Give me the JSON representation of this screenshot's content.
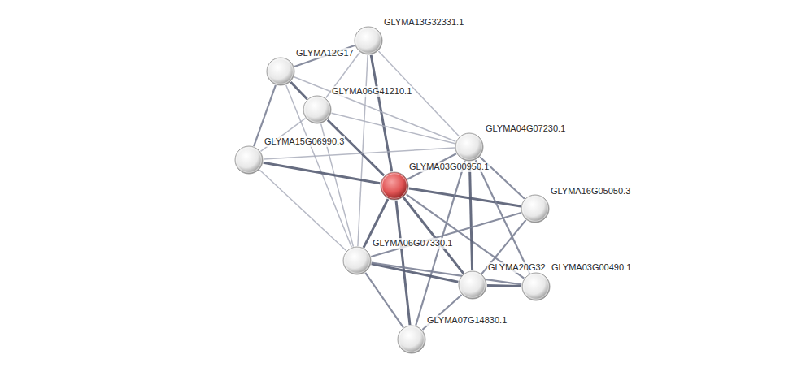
{
  "diagram": {
    "nodes": [
      {
        "text": [
          "GLYMA13G32331.1"
        ]
      },
      {
        "text": [
          "GLYMA12G17"
        ]
      },
      {
        "text": [
          "GLYMA06G41210.1"
        ]
      },
      {
        "text": [
          "GLYMA15G06990.3"
        ]
      },
      {
        "text": [
          "GLYMA04G07230.1"
        ]
      },
      {
        "text": [
          "GLYMA03G00950.1"
        ]
      },
      {
        "text": [
          "GLYMA16G05050.3"
        ]
      },
      {
        "text": [
          "GLYMA06G07330.1"
        ]
      },
      {
        "text": [
          "GLYMA20G32"
        ]
      },
      {
        "text": [
          "GLYMA03G00490.1"
        ]
      },
      {
        "text": [
          "GLYMA07G14830.1"
        ]
      }
    ],
    "edges": [
      {
        "from": 0,
        "to": 1,
        "arrow": "none"
      },
      {
        "from": 0,
        "to": 2,
        "arrow": "none"
      },
      {
        "from": 0,
        "to": 5,
        "arrow": "none"
      },
      {
        "from": 0,
        "to": 7,
        "arrow": "none"
      },
      {
        "from": 0,
        "to": 4,
        "arrow": "none"
      },
      {
        "from": 1,
        "to": 2,
        "arrow": "none"
      },
      {
        "from": 1,
        "to": 3,
        "arrow": "none"
      },
      {
        "from": 1,
        "to": 7,
        "arrow": "none"
      },
      {
        "from": 1,
        "to": 4,
        "arrow": "none"
      },
      {
        "from": 2,
        "to": 5,
        "arrow": "none"
      },
      {
        "from": 2,
        "to": 7,
        "arrow": "none"
      },
      {
        "from": 2,
        "to": 4,
        "arrow": "none"
      },
      {
        "from": 2,
        "to": 3,
        "arrow": "none"
      },
      {
        "from": 3,
        "to": 5,
        "arrow": "none"
      },
      {
        "from": 3,
        "to": 4,
        "arrow": "none"
      },
      {
        "from": 3,
        "to": 7,
        "arrow": "none"
      },
      {
        "from": 5,
        "to": 4,
        "arrow": "none"
      },
      {
        "from": 5,
        "to": 6,
        "arrow": "none"
      },
      {
        "from": 5,
        "to": 7,
        "arrow": "none"
      },
      {
        "from": 5,
        "to": 8,
        "arrow": "none"
      },
      {
        "from": 5,
        "to": 9,
        "arrow": "none"
      },
      {
        "from": 5,
        "to": 10,
        "arrow": "none"
      },
      {
        "from": 4,
        "to": 6,
        "arrow": "none"
      },
      {
        "from": 4,
        "to": 8,
        "arrow": "none"
      },
      {
        "from": 4,
        "to": 9,
        "arrow": "none"
      },
      {
        "from": 4,
        "to": 10,
        "arrow": "none"
      },
      {
        "from": 6,
        "to": 7,
        "arrow": "none"
      },
      {
        "from": 6,
        "to": 8,
        "arrow": "none"
      },
      {
        "from": 7,
        "to": 8,
        "arrow": "none"
      },
      {
        "from": 7,
        "to": 9,
        "arrow": "none"
      },
      {
        "from": 7,
        "to": 10,
        "arrow": "none"
      },
      {
        "from": 8,
        "to": 9,
        "arrow": "none"
      },
      {
        "from": 8,
        "to": 10,
        "arrow": "none"
      }
    ]
  }
}
